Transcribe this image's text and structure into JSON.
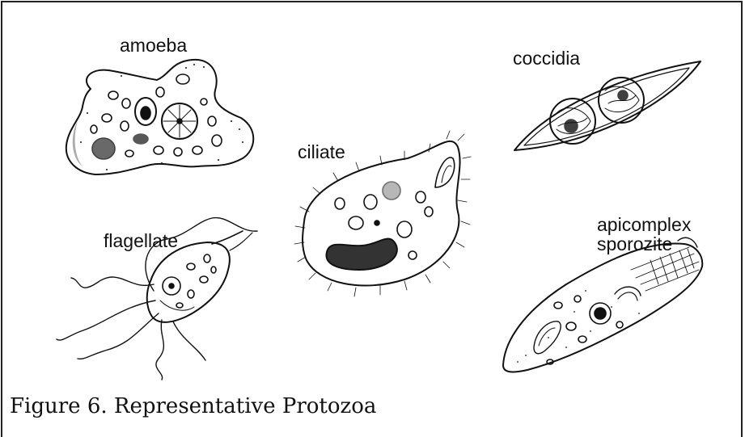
{
  "labels": {
    "amoeba": "amoeba",
    "coccidia": "coccidia",
    "ciliate": "ciliate",
    "flagellate": "flagellate",
    "apicomplex_line1": "apicomplex",
    "apicomplex_line2": "sporozite"
  },
  "caption": "Figure 6.  Representative Protozoa"
}
